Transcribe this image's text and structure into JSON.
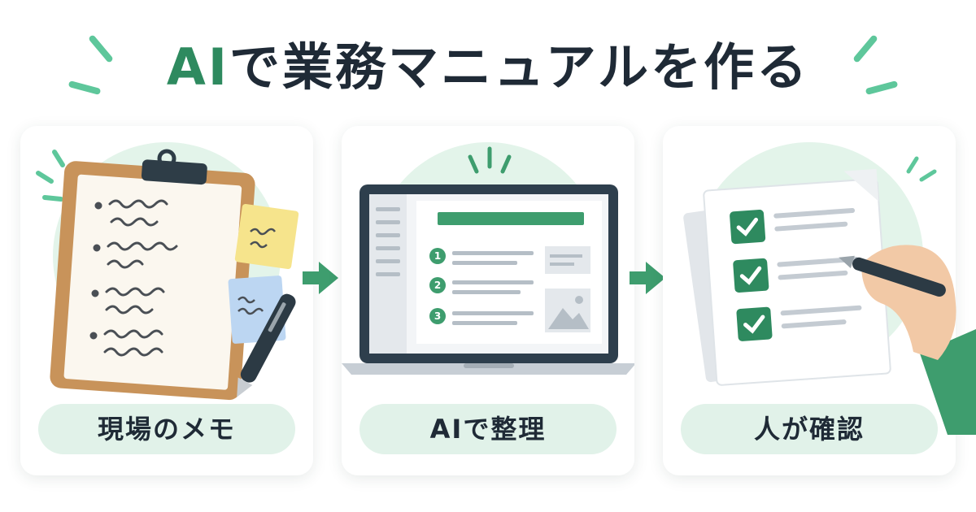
{
  "title": {
    "ai": "AI",
    "rest": "で業務マニュアルを作る"
  },
  "steps": [
    {
      "label": "現場のメモ",
      "illustration": "clipboard-notes"
    },
    {
      "label": "AIで整理",
      "illustration": "laptop-document"
    },
    {
      "label": "人が確認",
      "illustration": "checklist-pen"
    }
  ],
  "laptop_list_numbers": [
    "1",
    "2",
    "3"
  ],
  "colors": {
    "accent": "#2e8a5f",
    "text": "#1f2a36",
    "pill": "#e1f2e9",
    "blob": "#e3f4ea"
  }
}
